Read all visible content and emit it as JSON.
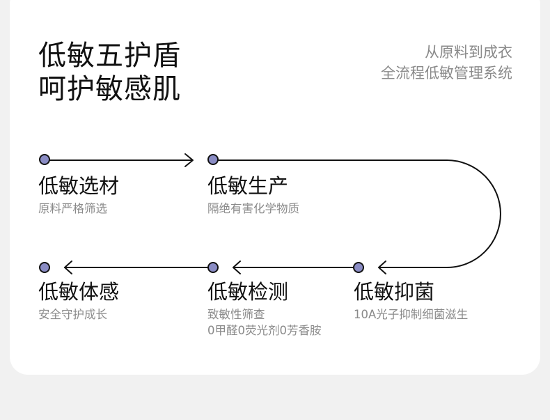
{
  "header": {
    "title_line1": "低敏五护盾",
    "title_line2": "呵护敏感肌",
    "subtitle_line1": "从原料到成衣",
    "subtitle_line2": "全流程低敏管理系统"
  },
  "steps": [
    {
      "name": "低敏选材",
      "desc": [
        "原料严格筛选"
      ]
    },
    {
      "name": "低敏生产",
      "desc": [
        "隔绝有害化学物质"
      ]
    },
    {
      "name": "低敏抑菌",
      "desc": [
        "10A光子抑制细菌滋生"
      ]
    },
    {
      "name": "低敏检测",
      "desc": [
        "致敏性筛查",
        "0甲醛0荧光剂0芳香胺"
      ]
    },
    {
      "name": "低敏体感",
      "desc": [
        "安全守护成长"
      ]
    }
  ],
  "colors": {
    "node_fill": "#8a8cc4",
    "line": "#111111",
    "muted_text": "#8a8a8a"
  }
}
